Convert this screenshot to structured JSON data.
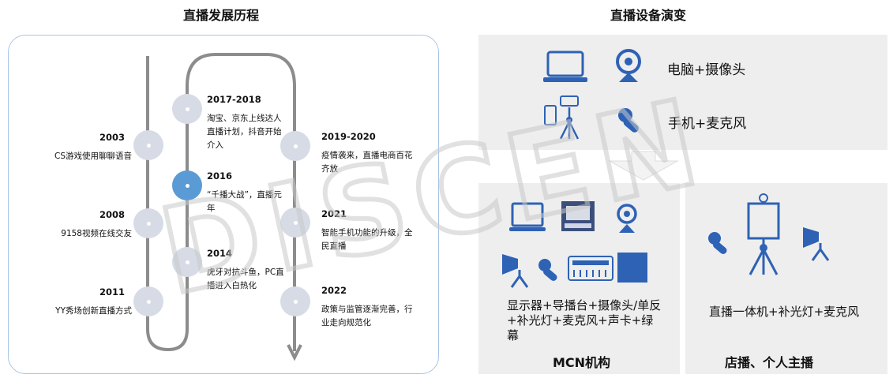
{
  "left_title": "直播发展历程",
  "right_title": "直播设备演变",
  "timeline_left": [
    {
      "year": "2003",
      "desc": "CS游戏使用聊聊语音"
    },
    {
      "year": "2008",
      "desc": "9158视频在线交友"
    },
    {
      "year": "2011",
      "desc": "YY秀场创新直播方式"
    }
  ],
  "timeline_mid": [
    {
      "year": "2017-2018",
      "desc": "淘宝、京东上线达人直播计划，抖音开始介入"
    },
    {
      "year": "2016",
      "desc": "“千播大战”，直播元年"
    },
    {
      "year": "2014",
      "desc": "虎牙对抗斗鱼，PC直播进入白热化"
    }
  ],
  "timeline_right": [
    {
      "year": "2019-2020",
      "desc": "疫情袭来，直播电商百花齐放"
    },
    {
      "year": "2021",
      "desc": "智能手机功能的升级，全民直播"
    },
    {
      "year": "2022",
      "desc": "政策与监管逐渐完善，行业走向规范化"
    }
  ],
  "devices_top": [
    "电脑+摄像头",
    "手机+麦克风"
  ],
  "mcn_equipment": "显示器+导播台+摄像头/单反+补光灯+麦克风+声卡+绿幕",
  "mcn_title": "MCN机构",
  "store_equipment": "直播一体机+补光灯+麦克风",
  "store_title": "店播、个人主播",
  "accent_color": "#2e62b5",
  "active_dot_color": "#5b9bd5",
  "watermark_text": "DISCEN"
}
